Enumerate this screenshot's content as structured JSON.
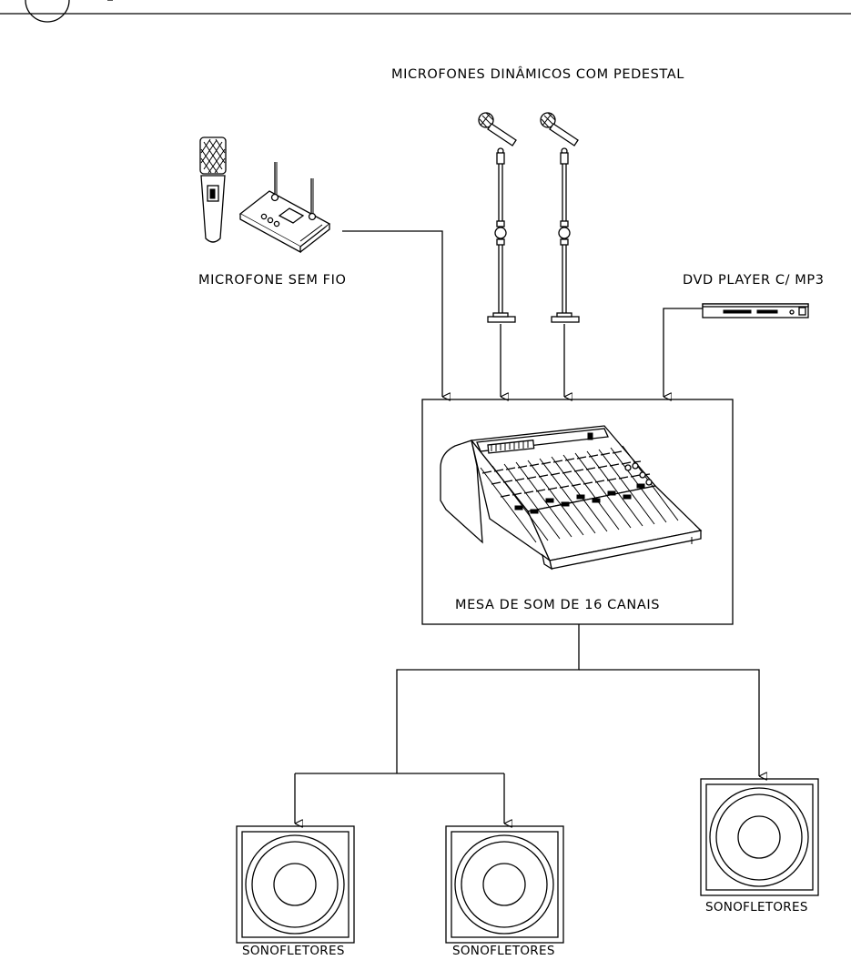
{
  "labels": {
    "dynamic_mics": "MICROFONES DINÂMICOS COM PEDESTAL",
    "wireless_mic": "MICROFONE SEM FIO",
    "dvd_player": "DVD PLAYER C/ MP3",
    "mixer": "MESA DE SOM DE 16 CANAIS",
    "speaker_1": "SONOFLETORES",
    "speaker_2": "SONOFLETORES",
    "speaker_3": "SONOFLETORES"
  },
  "colors": {
    "line": "#000000",
    "background": "#ffffff"
  }
}
